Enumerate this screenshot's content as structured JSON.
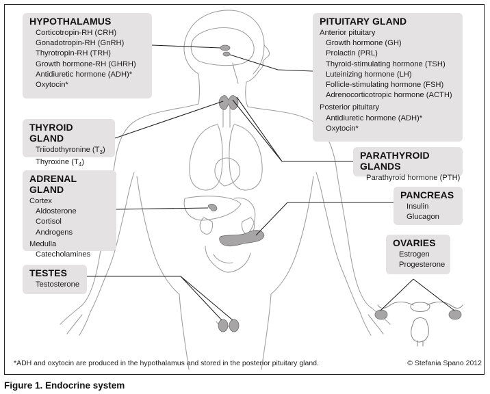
{
  "hypothalamus": {
    "title": "HYPOTHALAMUS",
    "items": [
      "Corticotropin-RH (CRH)",
      "Gonadotropin-RH (GnRH)",
      "Thyrotropin-RH (TRH)",
      "Growth hormone-RH (GHRH)",
      "Antidiuretic hormone (ADH)*",
      "Oxytocin*"
    ]
  },
  "pituitary": {
    "title": "PITUITARY GLAND",
    "anterior_label": "Anterior pituitary",
    "anterior_items": [
      "Growth hormone (GH)",
      "Prolactin (PRL)",
      "Thyroid-stimulating hormone (TSH)",
      "Luteinizing hormone (LH)",
      "Follicle-stimulating hormone (FSH)",
      "Adrenocorticotropic hormone (ACTH)"
    ],
    "posterior_label": "Posterior pituitary",
    "posterior_items": [
      "Antidiuretic hormone (ADH)*",
      "Oxytocin*"
    ]
  },
  "thyroid": {
    "title": "THYROID GLAND",
    "item1": "Triiodothyronine (T",
    "item1_sub": "3",
    "item1_end": ")",
    "item2": "Thyroxine (T",
    "item2_sub": "4",
    "item2_end": ")"
  },
  "parathyroid": {
    "title": "PARATHYROID GLANDS",
    "items": [
      "Parathyroid hormone (PTH)"
    ]
  },
  "adrenal": {
    "title": "ADRENAL GLAND",
    "cortex_label": "Cortex",
    "cortex_items": [
      "Aldosterone",
      "Cortisol",
      "Androgens"
    ],
    "medulla_label": "Medulla",
    "medulla_items": [
      "Catecholamines"
    ]
  },
  "pancreas": {
    "title": "PANCREAS",
    "items": [
      "Insulin",
      "Glucagon"
    ]
  },
  "ovaries": {
    "title": "OVARIES",
    "items": [
      "Estrogen",
      "Progesterone"
    ]
  },
  "testes": {
    "title": "TESTES",
    "items": [
      "Testosterone"
    ]
  },
  "footnote": "*ADH and oxytocin are produced in the hypothalamus and stored in the posterior pituitary gland.",
  "copyright": "© Stefania Spano 2012",
  "caption": "Figure 1. Endocrine system",
  "colors": {
    "box_fill": "#e4e2e3",
    "gland_fill": "#a7a5a6",
    "outline": "#9a9a9a",
    "leader": "#222222"
  }
}
